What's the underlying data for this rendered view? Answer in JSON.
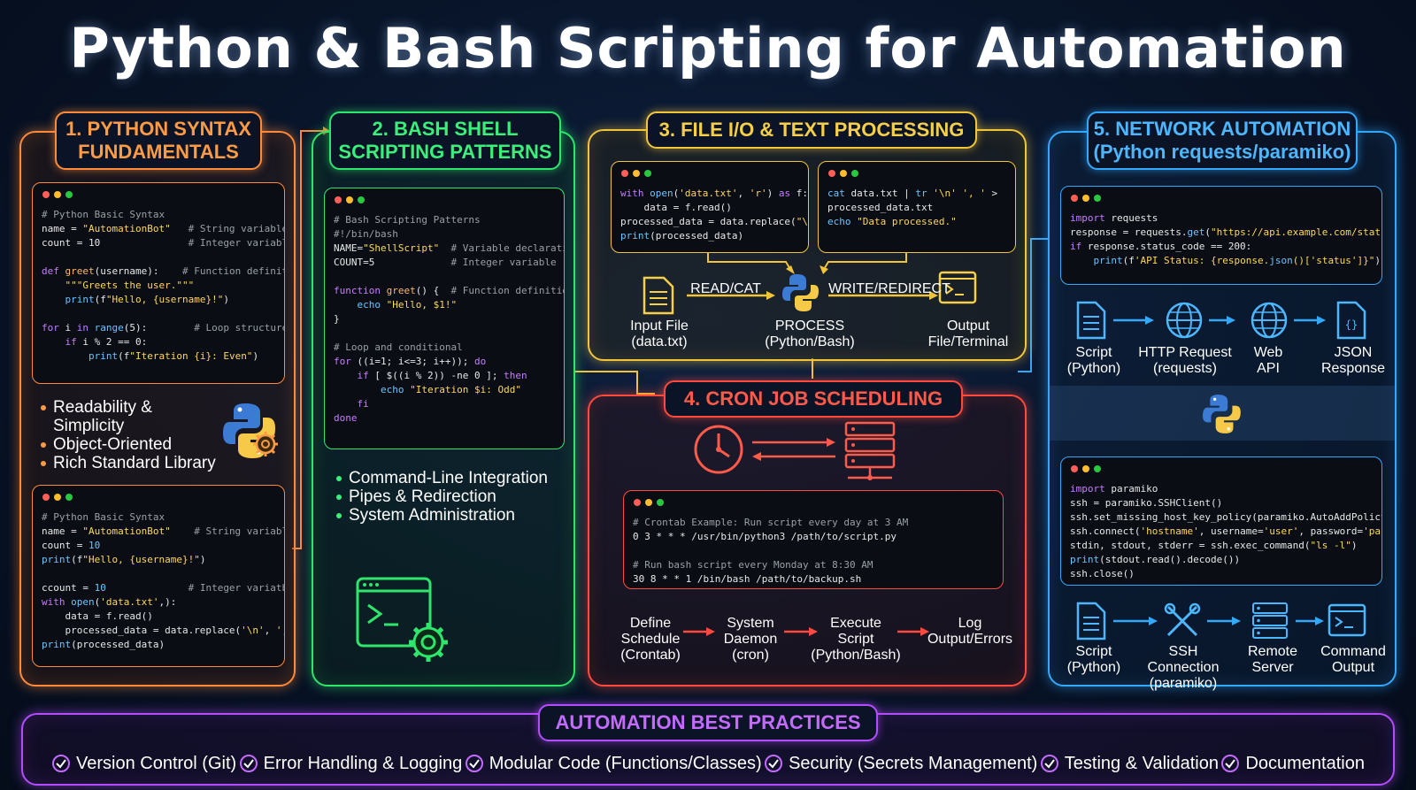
{
  "title": "Python & Bash Scripting for Automation",
  "section1": {
    "title_line1": "1. PYTHON SYNTAX",
    "title_line2": "FUNDAMENTALS",
    "bullets": [
      "Readability & Simplicity",
      "Object-Oriented",
      "Rich Standard Library"
    ]
  },
  "section2": {
    "title_line1": "2. BASH SHELL",
    "title_line2": "SCRIPTING PATTERNS",
    "bullets": [
      "Command-Line Integration",
      "Pipes & Redirection",
      "System Administration"
    ]
  },
  "section3": {
    "title": "3. FILE I/O & TEXT PROCESSING",
    "flow": {
      "input_line1": "Input File",
      "input_line2": "(data.txt)",
      "arrow1": "READ/CAT",
      "process_line1": "PROCESS",
      "process_line2": "(Python/Bash)",
      "arrow2": "WRITE/REDIRECT",
      "output_line1": "Output",
      "output_line2": "File/Terminal"
    }
  },
  "section4": {
    "title": "4. CRON JOB SCHEDULING",
    "flow": [
      {
        "line1": "Define",
        "line2": "Schedule",
        "line3": "(Crontab)"
      },
      {
        "line1": "System",
        "line2": "Daemon",
        "line3": "(cron)"
      },
      {
        "line1": "Execute",
        "line2": "Script",
        "line3": "(Python/Bash)"
      },
      {
        "line1": "Log",
        "line2": "Output/Errors",
        "line3": ""
      }
    ]
  },
  "section5": {
    "title_line1": "5. NETWORK AUTOMATION",
    "title_line2": "(Python requests/paramiko)",
    "flow1": [
      {
        "line1": "Script",
        "line2": "(Python)"
      },
      {
        "line1": "HTTP Request",
        "line2": "(requests)"
      },
      {
        "line1": "Web",
        "line2": "API"
      },
      {
        "line1": "JSON",
        "line2": "Response"
      }
    ],
    "flow2": [
      {
        "line1": "Script",
        "line2": "(Python)"
      },
      {
        "line1": "SSH Connection",
        "line2": "(paramiko)"
      },
      {
        "line1": "Remote",
        "line2": "Server"
      },
      {
        "line1": "Command",
        "line2": "Output"
      }
    ]
  },
  "best_practices": {
    "title": "AUTOMATION BEST PRACTICES",
    "items": [
      "Version Control (Git)",
      "Error Handling & Logging",
      "Modular Code (Functions/Classes)",
      "Security (Secrets Management)",
      "Testing & Validation",
      "Documentation"
    ]
  },
  "colors": {
    "orange": "#ff8a3a",
    "green": "#2ee66b",
    "yellow": "#f2c43a",
    "red": "#ff4a3d",
    "blue": "#33a8ff",
    "purple": "#b44dff"
  },
  "icons": [
    "python-logo-icon",
    "gear-icon",
    "terminal-icon",
    "file-icon",
    "clock-icon",
    "server-icon",
    "globe-icon",
    "json-icon",
    "tools-icon",
    "check-icon"
  ]
}
